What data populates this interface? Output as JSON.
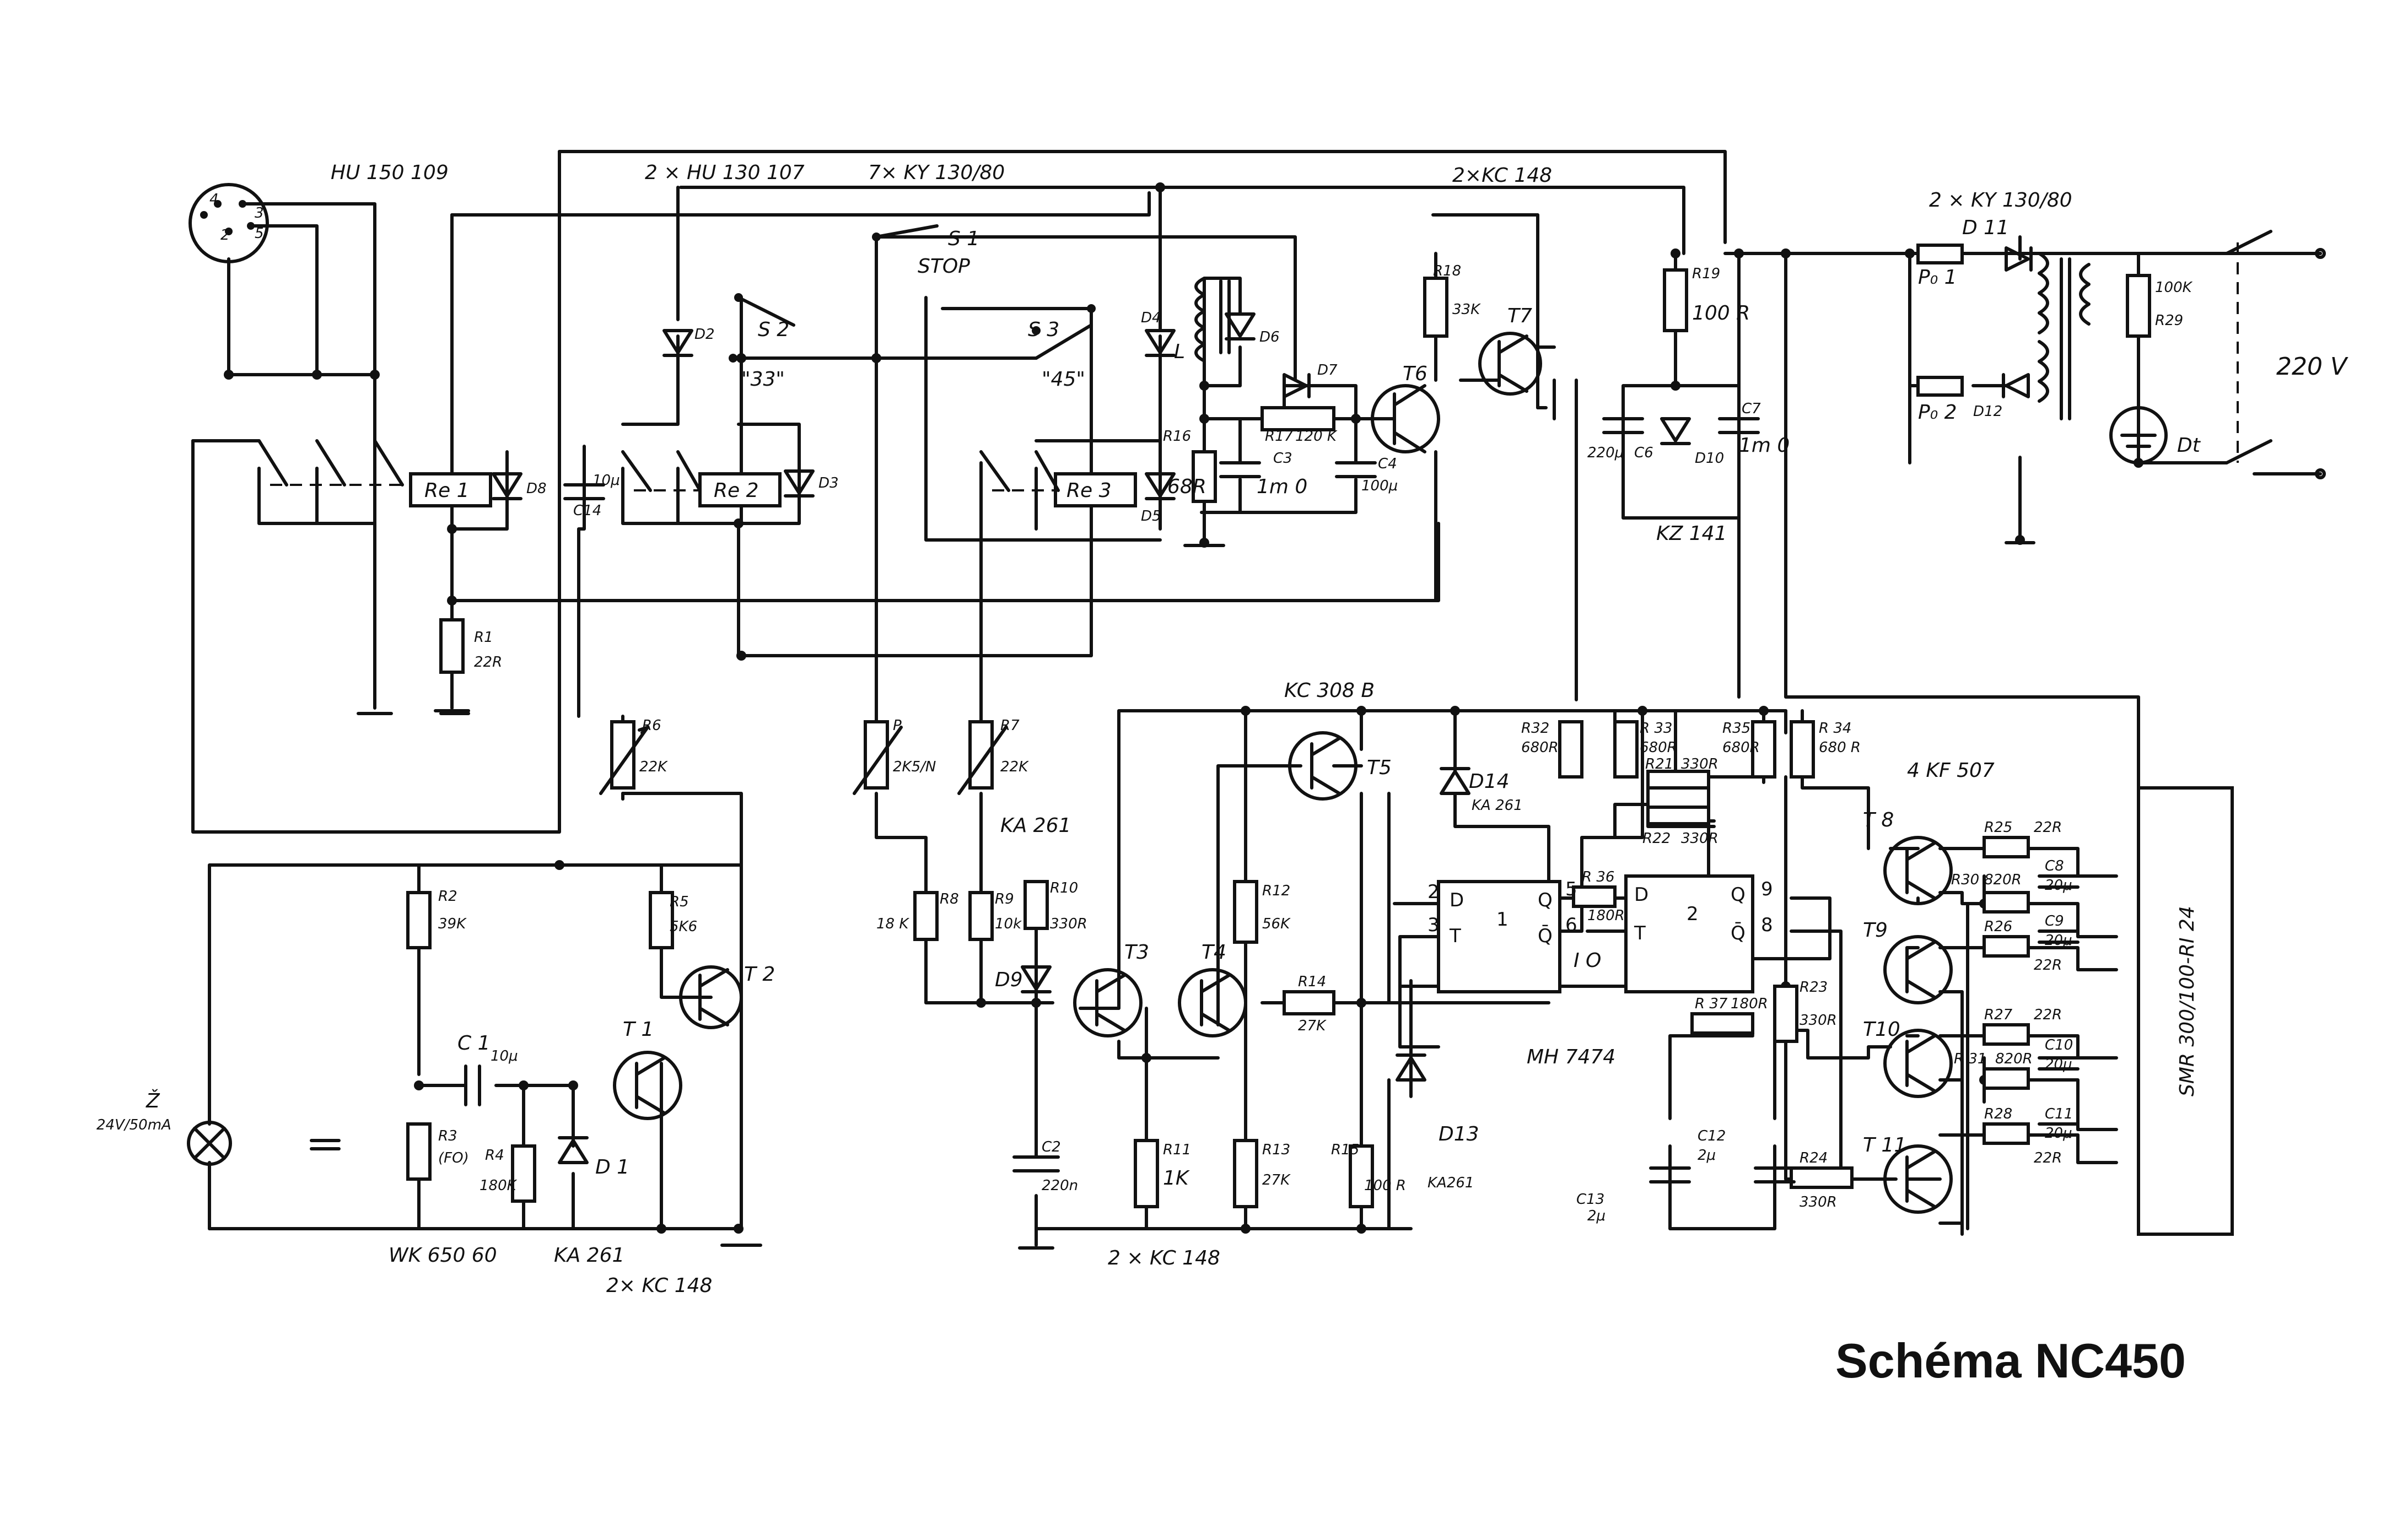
{
  "title": "Schéma NC450",
  "modules": {
    "relays": "HU 150 109",
    "relays2": "2 × HU 130 107",
    "diodes": "7× KY 130/80",
    "t6t7": "2×KC 148",
    "rect": "2 × KY 130/80",
    "mains": "220 V",
    "zener": "KZ 141",
    "t5": "KC 308 B",
    "ka261": "KA 261",
    "flipflop": "MH 7474",
    "t8t11": "4 KF 507",
    "motor": "SMR 300/100-RI 24",
    "t1t2": "2× KC 148",
    "t3t4": "2 × KC 148",
    "wk": "WK 650 60",
    "d1type": "KA 261",
    "lamp": "Ž",
    "lamp_val": "24V/50mA"
  },
  "switches": {
    "s1": "S 1",
    "s1_pos": "STOP",
    "s2": "S 2",
    "s2_pos": "\"33\"",
    "s3": "S 3",
    "s3_pos": "\"45\""
  },
  "relays": {
    "re1": "Re 1",
    "re2": "Re 2",
    "re3": "Re 3"
  },
  "flipflops": {
    "ff1_num": "1",
    "ff2_num": "2",
    "d": "D",
    "t": "T",
    "q": "Q",
    "qbar": "Q̄",
    "p2": "2",
    "p3": "3",
    "p5": "5",
    "p6": "6",
    "p9": "9",
    "p8": "8",
    "io": "I O"
  },
  "resistors": {
    "r1": "R1",
    "r1v": "22R",
    "r2": "R2",
    "r2v": "39K",
    "r3": "R3",
    "r3v": "(FO)",
    "r4": "R4",
    "r4v": "180K",
    "r5": "R5",
    "r5v": "5K6",
    "r6": "R6",
    "r6v": "22K",
    "p": "P",
    "pv": "2K5/N",
    "r7": "R7",
    "r7v": "22K",
    "r8": "R8",
    "r8v": "18 K",
    "r9": "R9",
    "r9v": "10k",
    "r10": "R10",
    "r10v": "330R",
    "r11": "R11",
    "r11v": "1K",
    "r12": "R12",
    "r12v": "56K",
    "r13": "R13",
    "r13v": "27K",
    "r14": "R14",
    "r14v": "27K",
    "r15": "R15",
    "r15v": "100 R",
    "r16": "R16",
    "r16v": "68R",
    "r17": "R17",
    "r17v": "120 K",
    "r18": "R18",
    "r18v": "33K",
    "r19": "R19",
    "r19v": "100 R",
    "r21": "R21",
    "r21v": "330R",
    "r22": "R22",
    "r22v": "330R",
    "r23": "R23",
    "r23v": "330R",
    "r24": "R24",
    "r24v": "330R",
    "r25": "R25",
    "r25v": "22R",
    "r26": "R26",
    "r26v": "22R",
    "r27": "R27",
    "r27v": "22R",
    "r28": "R28",
    "r28v": "22R",
    "r29": "R29",
    "r29v": "100K",
    "r30": "R30",
    "r30v": "820R",
    "r31": "R 31",
    "r31v": "820R",
    "r32": "R32",
    "r32v": "680R",
    "r33": "R 33",
    "r33v": "680R",
    "r34": "R 34",
    "r34v": "680 R",
    "r35": "R35",
    "r35v": "680R",
    "r36": "R 36",
    "r36v": "180R",
    "r37": "R 37",
    "r37v": "180R"
  },
  "capacitors": {
    "c1": "C 1",
    "c1v": "10μ",
    "c2": "C2",
    "c2v": "220n",
    "c3": "C3",
    "c3v": "1m 0",
    "c4": "C4",
    "c4v": "100μ",
    "c6": "C6",
    "c6v": "220μ",
    "c7": "C7",
    "c7v": "1m 0",
    "c8": "C8",
    "c8v": "20μ",
    "c9": "C9",
    "c9v": "20μ",
    "c10": "C10",
    "c10v": "20μ",
    "c11": "C11",
    "c11v": "20μ",
    "c12": "C12",
    "c12v": "2μ",
    "c13": "C13",
    "c13v": "2μ",
    "c14": "C14",
    "c14v": "10μ"
  },
  "diodes": {
    "d1": "D 1",
    "d2": "D2",
    "d3": "D3",
    "d4": "D4",
    "d5": "D5",
    "d6": "D6",
    "d7": "D7",
    "d8": "D8",
    "d9": "D9",
    "d10": "D10",
    "d11": "D 11",
    "d12": "D12",
    "d13": "D13",
    "d13t": "KA261",
    "d14": "D14",
    "d14t": "KA 261",
    "dt": "Dt",
    "l": "L",
    "po1": "P₀ 1",
    "po2": "P₀ 2"
  },
  "transistors": {
    "t1": "T 1",
    "t2": "T 2",
    "t3": "T3",
    "t4": "T4",
    "t5": "T5",
    "t6": "T6",
    "t7": "T7",
    "t8": "T 8",
    "t9": "T9",
    "t10": "T10",
    "t11": "T 11"
  }
}
